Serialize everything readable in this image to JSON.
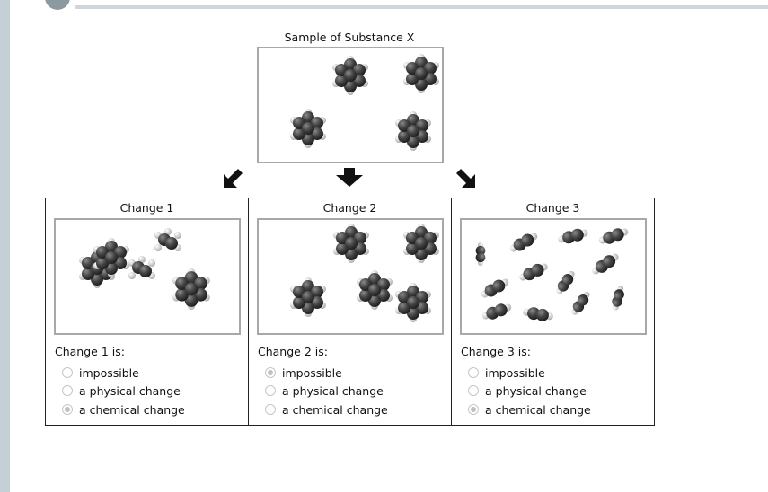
{
  "sample": {
    "title": "Sample of Substance X"
  },
  "panels": [
    {
      "title": "Change 1",
      "question": "Change 1 is:",
      "options": [
        "impossible",
        "a physical change",
        "a chemical change"
      ],
      "selected": 2
    },
    {
      "title": "Change 2",
      "question": "Change 2 is:",
      "options": [
        "impossible",
        "a physical change",
        "a chemical change"
      ],
      "selected": 0
    },
    {
      "title": "Change 3",
      "question": "Change 3 is:",
      "options": [
        "impossible",
        "a physical change",
        "a chemical change"
      ],
      "selected": 2
    }
  ],
  "colors": {
    "carbon": "#3a3a3a",
    "hydrogen": "#e6e6e6",
    "box_border": "#a8a8a8",
    "radio_selected": "#c0c0c0"
  },
  "icons": [
    "down-left-arrow-icon",
    "down-arrow-icon",
    "down-right-arrow-icon"
  ]
}
